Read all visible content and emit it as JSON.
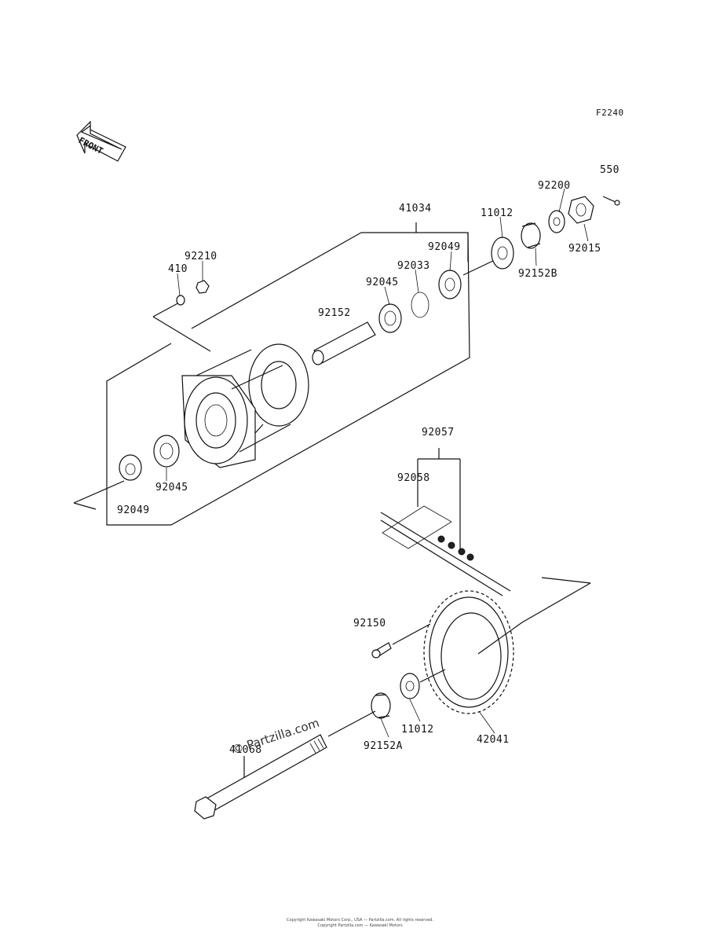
{
  "diagram_code": "F2240",
  "front_arrow_label": "FRONT",
  "parts": {
    "p550": "550",
    "p92200": "92200",
    "p11012_top": "11012",
    "p41034": "41034",
    "p92049_top": "92049",
    "p92015": "92015",
    "p92210": "92210",
    "p92033": "92033",
    "p410": "410",
    "p92152B": "92152B",
    "p92045_top": "92045",
    "p92152": "92152",
    "p92057": "92057",
    "p92058": "92058",
    "p92045_bot": "92045",
    "p92049_bot": "92049",
    "p92150": "92150",
    "p11012_bot": "11012",
    "p92152A": "92152A",
    "p42041": "42041",
    "p41068": "41068"
  },
  "watermark": "© Partzilla.com",
  "footer": {
    "line1": "Copyright Kawasaki Motors Corp., USA — Partzilla.com. All rights reserved.",
    "line2": "Copyright Partzilla.com — Kawasaki Motors"
  }
}
